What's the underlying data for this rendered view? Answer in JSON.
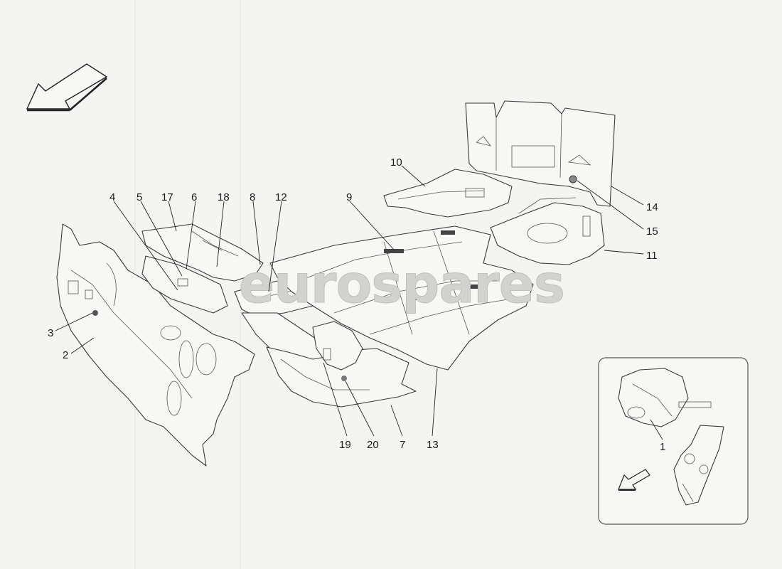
{
  "watermark": {
    "text": "eurospares"
  },
  "callouts": {
    "c1": "1",
    "c2": "2",
    "c3": "3",
    "c4": "4",
    "c5": "5",
    "c6": "6",
    "c7": "7",
    "c8": "8",
    "c9": "9",
    "c10": "10",
    "c11": "11",
    "c12": "12",
    "c13": "13",
    "c14": "14",
    "c15": "15",
    "c17": "17",
    "c18": "18",
    "c19": "19",
    "c20": "20"
  },
  "icons": {
    "main_arrow": "direction-arrow-icon",
    "inset_arrow": "direction-arrow-icon"
  },
  "colors": {
    "background": "#f4f4f2",
    "line": "#3a3a3a",
    "watermark": "#d2d2d0"
  }
}
